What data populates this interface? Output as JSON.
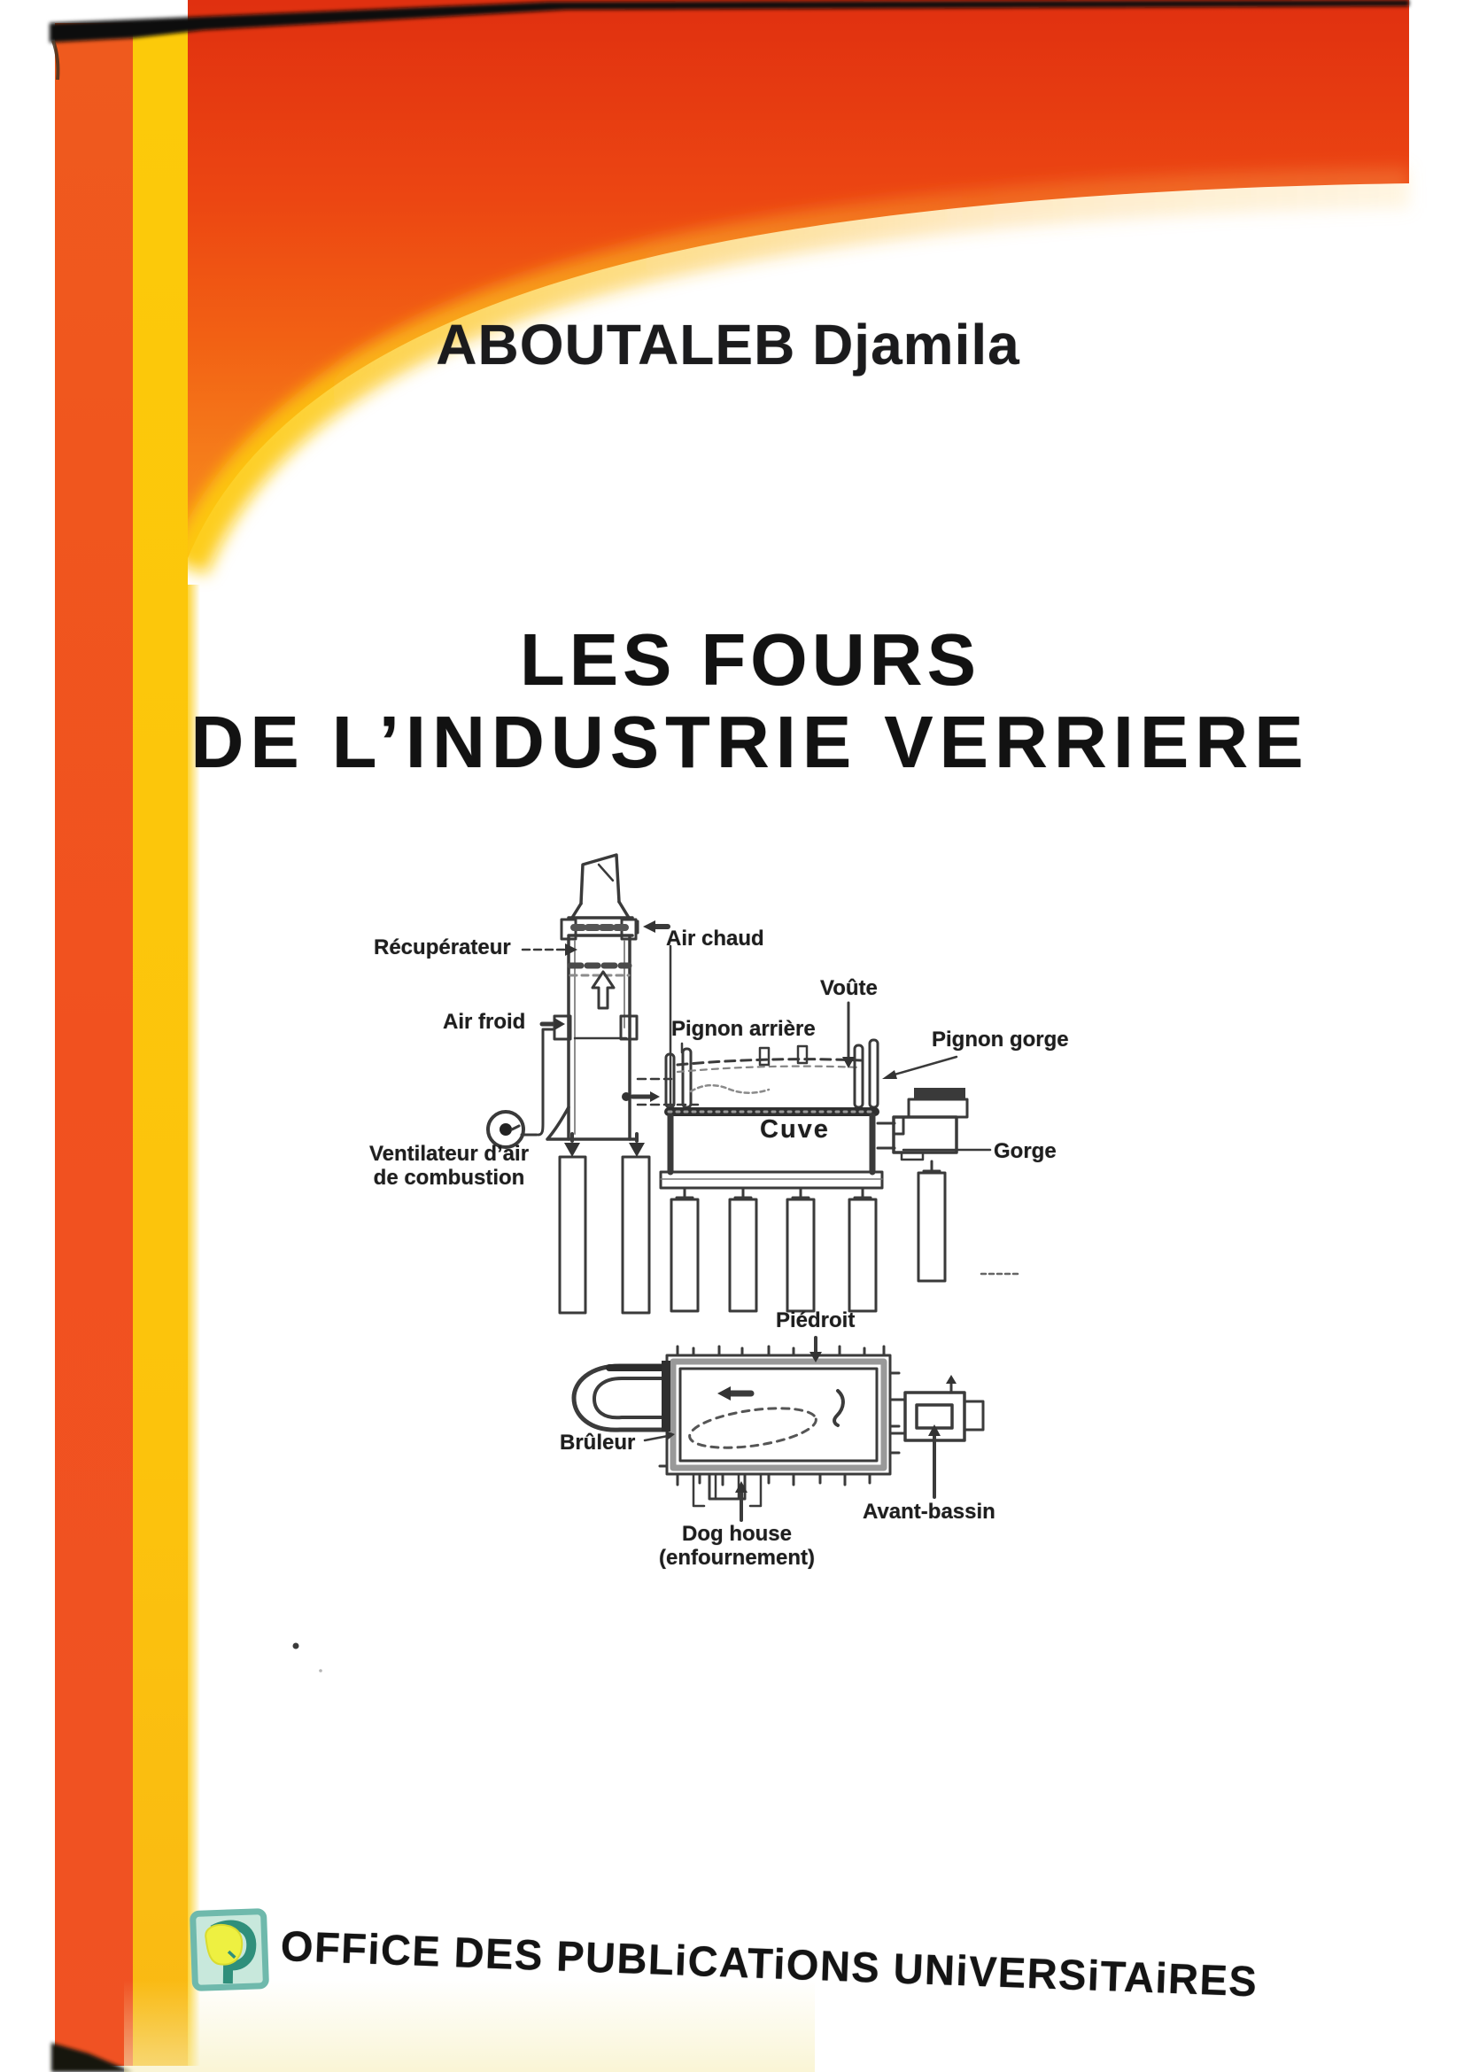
{
  "cover": {
    "author": "ABOUTALEB Djamila",
    "title_line1": "LES FOURS",
    "title_line2": "DE L’INDUSTRIE VERRIERE",
    "publisher": {
      "name": "OFFiCE DES PUBLiCATiONS UNiVERSiTAiRES"
    },
    "colors": {
      "arch_red_top": "#E03010",
      "arch_orange_bottom": "#F8921F",
      "left_band_orange": "#F1561F",
      "yellow_stripe": "#FCCA0A",
      "logo_teal": "#2F8F7B",
      "logo_aqua": "#C8E8DC",
      "logo_yellow": "#EEF041",
      "edge_black": "#0E0E0E"
    },
    "diagram1": {
      "caption_role": "furnace-cross-section",
      "labels": {
        "recuperateur": "Récupérateur",
        "air_chaud": "Air chaud",
        "air_froid": "Air froid",
        "voute": "Voûte",
        "pignon_arriere": "Pignon arrière",
        "pignon_gorge": "Pignon gorge",
        "cuve": "Cuve",
        "ventilateur_line1": "Ventilateur d’air",
        "ventilateur_line2": "de combustion",
        "gorge": "Gorge"
      }
    },
    "diagram2": {
      "caption_role": "furnace-top-view",
      "labels": {
        "piedroit": "Piédroit",
        "bruleur": "Brûleur",
        "dog_house_line1": "Dog house",
        "dog_house_line2": "(enfournement)",
        "avant_bassin": "Avant-bassin"
      }
    }
  }
}
